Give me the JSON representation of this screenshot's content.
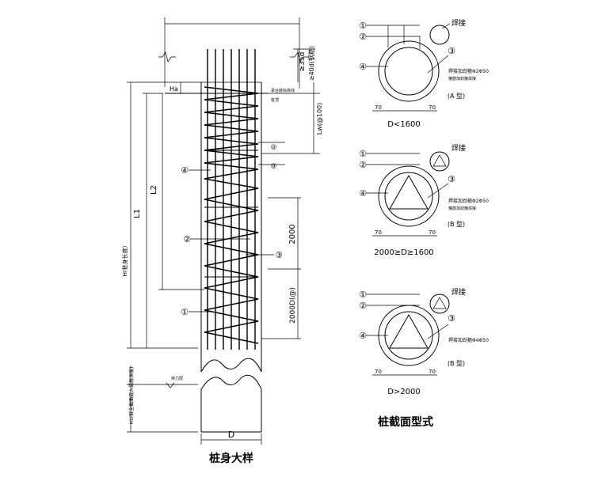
{
  "elevation": {
    "title": "桩身大样",
    "labels": {
      "ha": "Ha",
      "l1": "L1",
      "l2": "L2",
      "h_total": "H(桩身长度)",
      "h1": "H1(桩全截面嵌入岩层深度)",
      "d": "D",
      "anchor": "≥35d",
      "anchor2": "≥40d(钢筋)",
      "lw": "Lw(@100)",
      "spacing_2000": "2000",
      "spacing_2000d": "2000D(@)",
      "at1": "@",
      "at2": "@",
      "cap_bottom": "承台底标高线",
      "pile_top": "桩顶",
      "rock_top": "持力层"
    },
    "markers": [
      "①",
      "②",
      "③",
      "④"
    ]
  },
  "sections": {
    "title": "桩截面型式",
    "items": [
      {
        "type_label": "(A 型)",
        "size_label": "D<1600",
        "weld_label": "焊接",
        "note": "焊接加劲箍Φ2Φ50",
        "note2": "箍筋加劲箍焊接",
        "cover": "70",
        "cover2": "70"
      },
      {
        "type_label": "(B 型)",
        "size_label": "2000≥D≥1600",
        "weld_label": "焊接",
        "note": "焊接加劲箍Φ2Φ50",
        "note2": "箍筋加劲箍焊接",
        "cover": "70",
        "cover2": "70"
      },
      {
        "type_label": "(B 型)",
        "size_label": "D>2000",
        "weld_label": "焊接",
        "note": "焊接加劲箍Φ4Φ50",
        "note2": "",
        "cover": "70",
        "cover2": "70"
      }
    ]
  }
}
